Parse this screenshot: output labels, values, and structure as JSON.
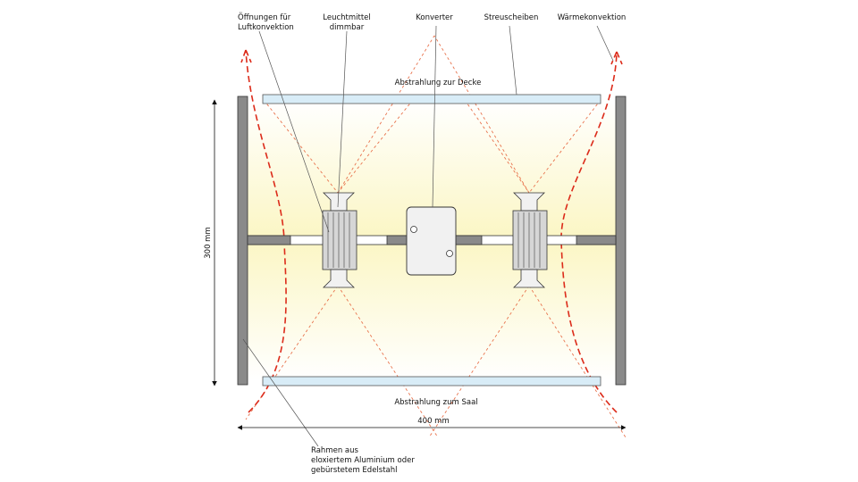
{
  "labels": {
    "openings_line1": "Öffnungen für",
    "openings_line2": "Luftkonvektion",
    "lamp_line1": "Leuchtmittel",
    "lamp_line2": "dimmbar",
    "converter": "Konverter",
    "diffusers": "Streuscheiben",
    "heat_convection": "Wärmekonvektion",
    "radiation_ceiling": "Abstrahlung zur Decke",
    "radiation_hall": "Abstrahlung zum Saal",
    "height_dim": "300 mm",
    "width_dim": "400 mm",
    "frame_line1": "Rahmen aus",
    "frame_line2": "eloxiertem Aluminium oder",
    "frame_line3": "gebürstetem Edelstahl"
  },
  "colors": {
    "glow": "#fbf6c4",
    "frame": "#8a8a8a",
    "diffuser": "#d8ecf7",
    "light_rays": "#e8734d",
    "heat_convection": "#dc2b1a"
  }
}
